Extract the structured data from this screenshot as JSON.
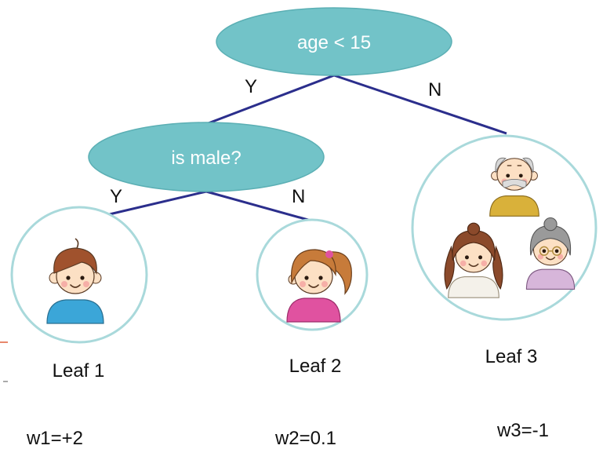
{
  "colors": {
    "node_fill": "#72C3C8",
    "node_stroke": "#5BAFB4",
    "edge": "#2B2E8C",
    "leaf_ring": "#A9D9DB",
    "text_dark": "#111111",
    "text_light": "#ffffff"
  },
  "nodes": {
    "root": {
      "label": "age < 15"
    },
    "child": {
      "label": "is male?"
    }
  },
  "edges": {
    "root_yes": "Y",
    "root_no": "N",
    "child_yes": "Y",
    "child_no": "N"
  },
  "leaves": [
    {
      "label": "Leaf 1",
      "weight": "w1=+2",
      "people": [
        "boy"
      ]
    },
    {
      "label": "Leaf 2",
      "weight": "w2=0.1",
      "people": [
        "girl"
      ]
    },
    {
      "label": "Leaf 3",
      "weight": "w3=-1",
      "people": [
        "grandfather",
        "woman",
        "grandmother"
      ]
    }
  ]
}
